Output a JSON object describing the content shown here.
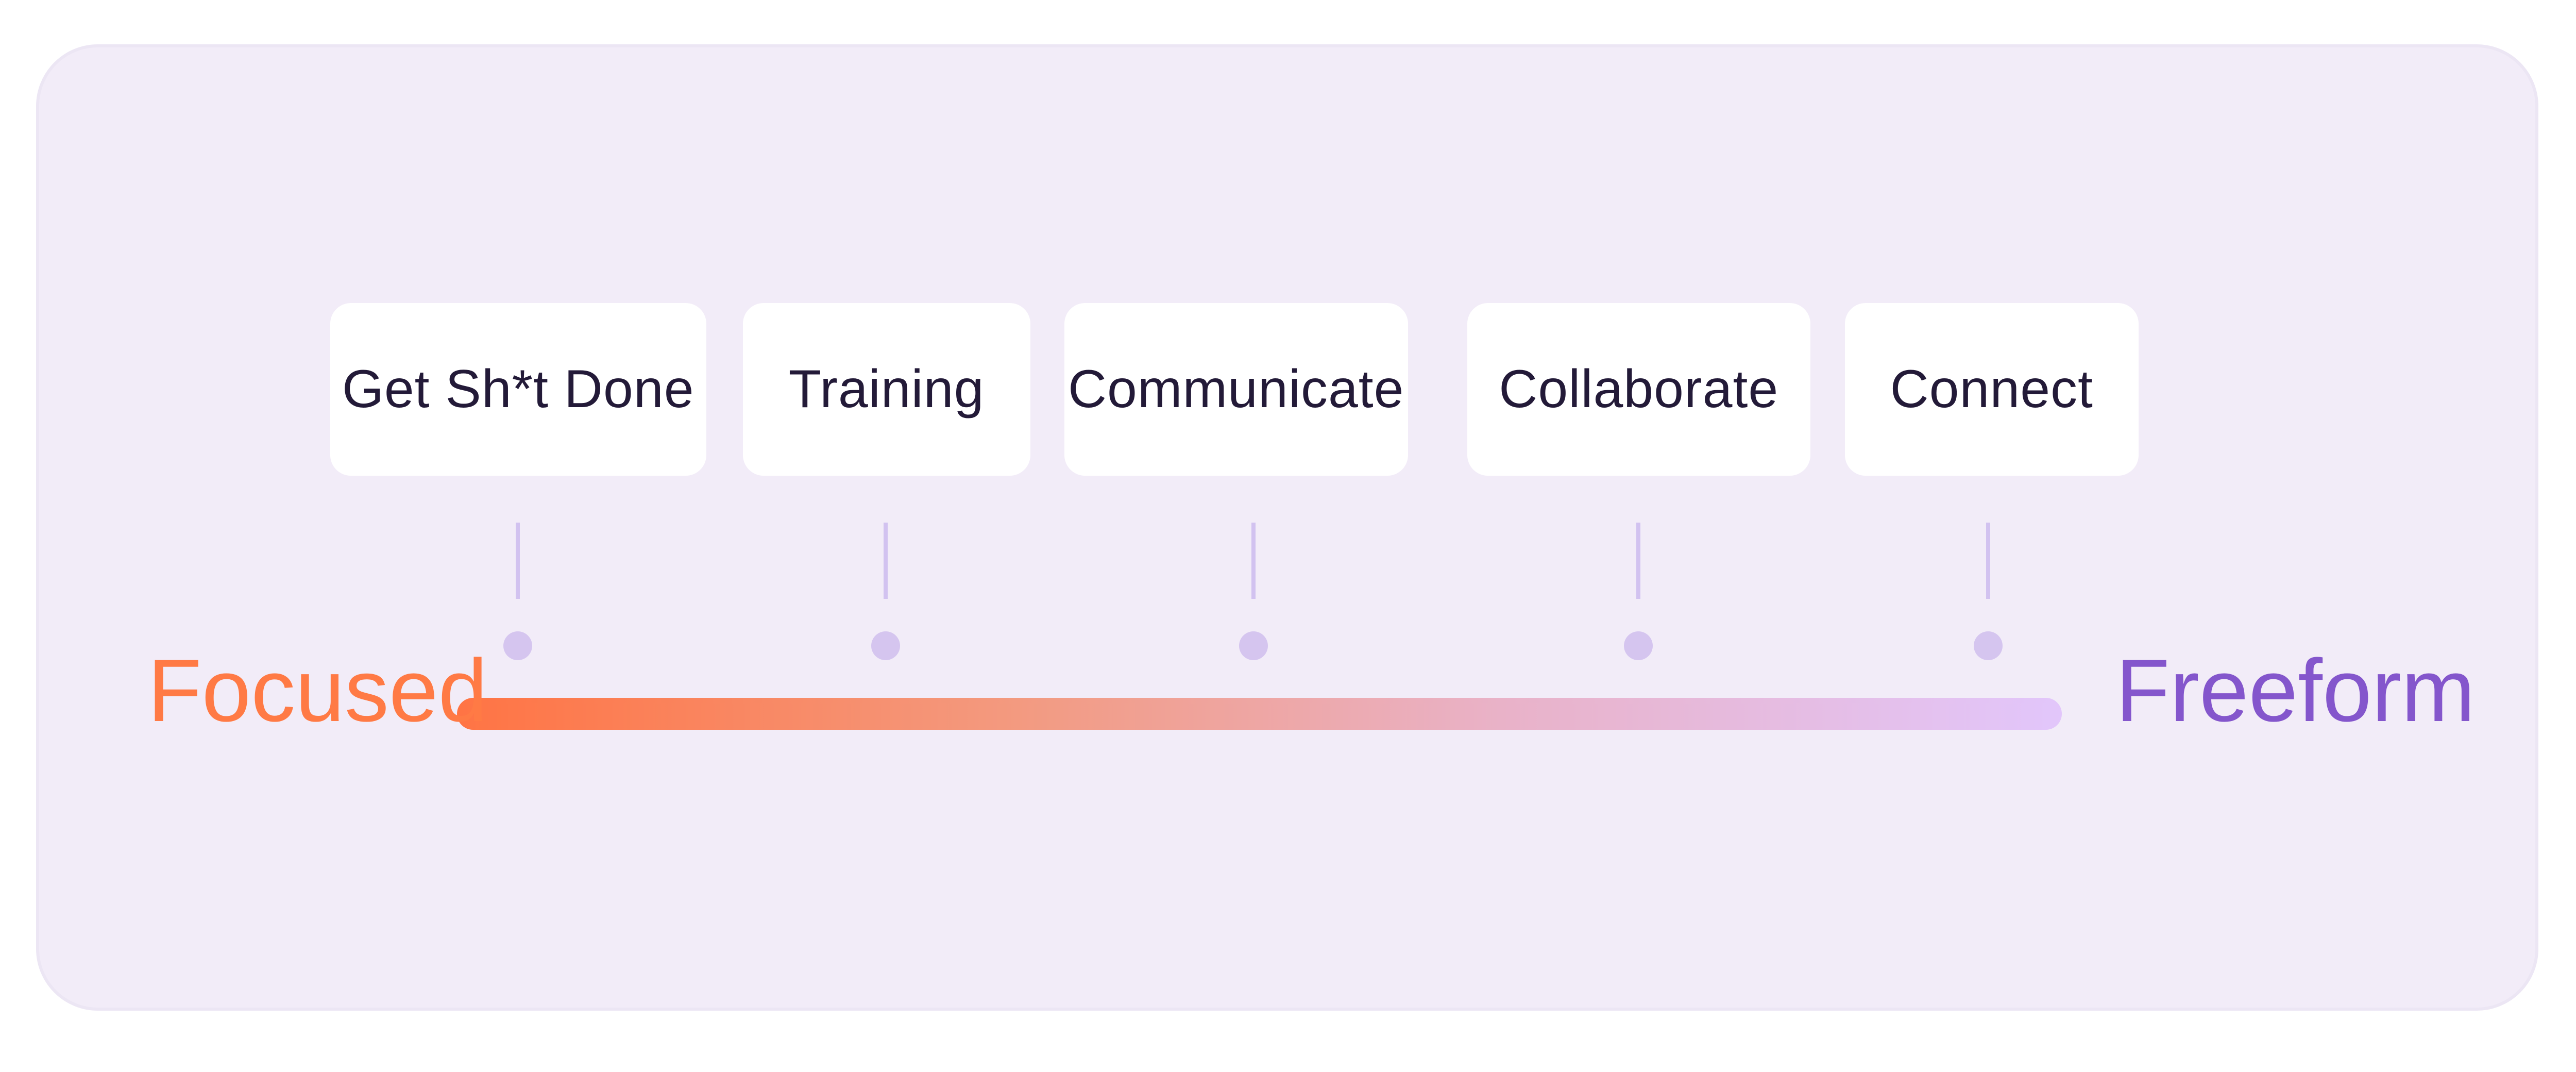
{
  "spectrum": {
    "left_label": "Focused",
    "right_label": "Freeform",
    "left_color": "#ff7444",
    "right_color": "#e2c6fb",
    "items": [
      {
        "label": "Get Sh*t Done"
      },
      {
        "label": "Training"
      },
      {
        "label": "Communicate"
      },
      {
        "label": "Collaborate"
      },
      {
        "label": "Connect"
      }
    ]
  }
}
